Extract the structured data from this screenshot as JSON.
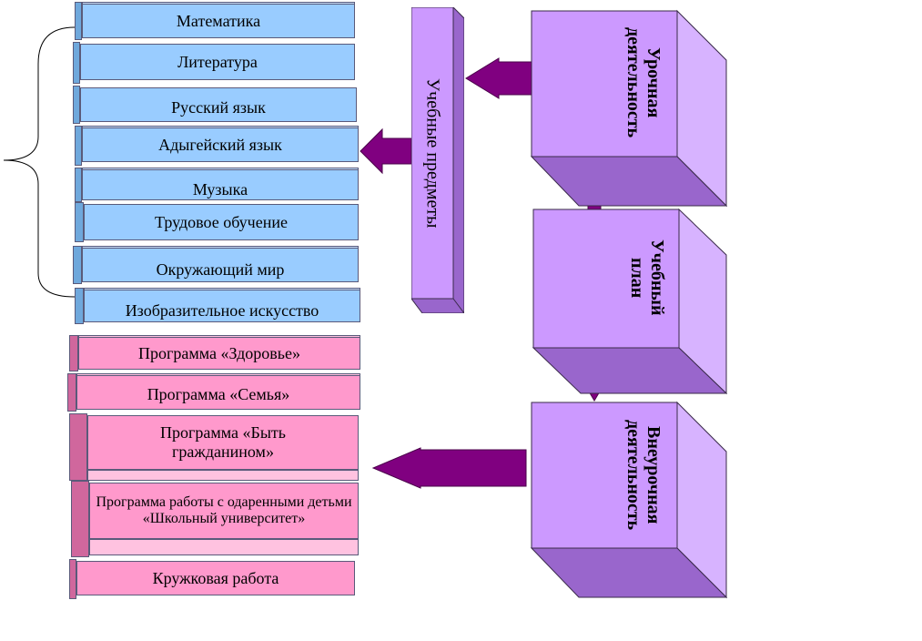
{
  "subjects": [
    "Математика",
    "Литература",
    "Русский язык",
    "Адыгейский язык",
    "Музыка",
    "Трудовое обучение",
    "Окружающий мир",
    "Изобразительное искусство"
  ],
  "programs": [
    "Программа «Здоровье»",
    "Программа «Семья»",
    "Программа «Быть гражданином»",
    "Программа работы с одаренными детьми «Школьный университет»",
    "Кружковая работа"
  ],
  "pillar_label": "Учебные предметы",
  "cubes": {
    "lessons": "Урочная деятельность",
    "plan": "Учебный план",
    "extracurricular": "Внеурочная деятельность"
  },
  "colors": {
    "subject_box": "#99ccff",
    "program_box": "#ff99cc",
    "cube": "#cc99ff",
    "arrow": "#800080"
  }
}
